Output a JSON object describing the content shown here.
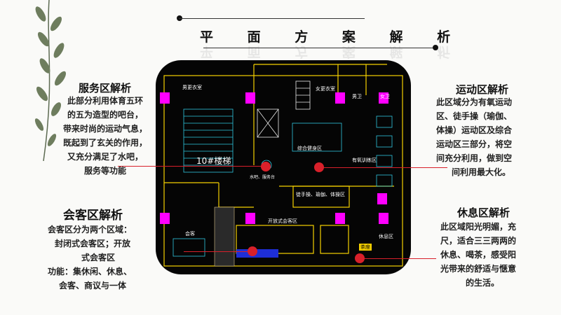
{
  "title": "平 面 方 案 解 析",
  "sections": {
    "service": {
      "heading": "服务区解析",
      "lines": [
        "此部分利用体育五环",
        "的五为造型的吧台，",
        "带来时尚的运动气息，",
        "既起到了玄关的作用，",
        "又充分满足了水吧，",
        "服务等功能"
      ]
    },
    "sport": {
      "heading": "运动区解析",
      "lines": [
        "此区域分为有氧运动",
        "区、徒手操（瑜伽、",
        "体操）运动区及综合",
        "运动区三部分，将空",
        "间充分利用，做到空",
        "间利用最大化。"
      ]
    },
    "meeting": {
      "heading": "会客区解析",
      "lines": [
        "会客区分为两个区域：",
        "封闭式会客区；开放",
        "式会客区",
        "功能：集休闲、休息、",
        "会客、商议与一体"
      ]
    },
    "rest": {
      "heading": "休息区解析",
      "lines": [
        "此区域阳光明媚，充",
        "尺，适合三三两两的",
        "休息、喝茶，感受阳",
        "光带来的舒适与惬意",
        "的生活。"
      ]
    }
  },
  "plan_labels": {
    "male_locker": "男更衣室",
    "female_locker": "女更衣室",
    "male_wc": "男卫",
    "female_wc": "女卫",
    "stairs": "10#楼梯",
    "aerobic": "有氧训练区",
    "fitness": "综合健身区",
    "yoga": "徒手操、瑜伽、体操区",
    "open_meeting": "开放式会客区",
    "meeting": "会客",
    "rest": "休息区",
    "tea": "茶座",
    "bar": "水吧、服务台"
  },
  "colors": {
    "accent": "#d8202a",
    "column": "#ff00ff",
    "frame": "#050505"
  }
}
